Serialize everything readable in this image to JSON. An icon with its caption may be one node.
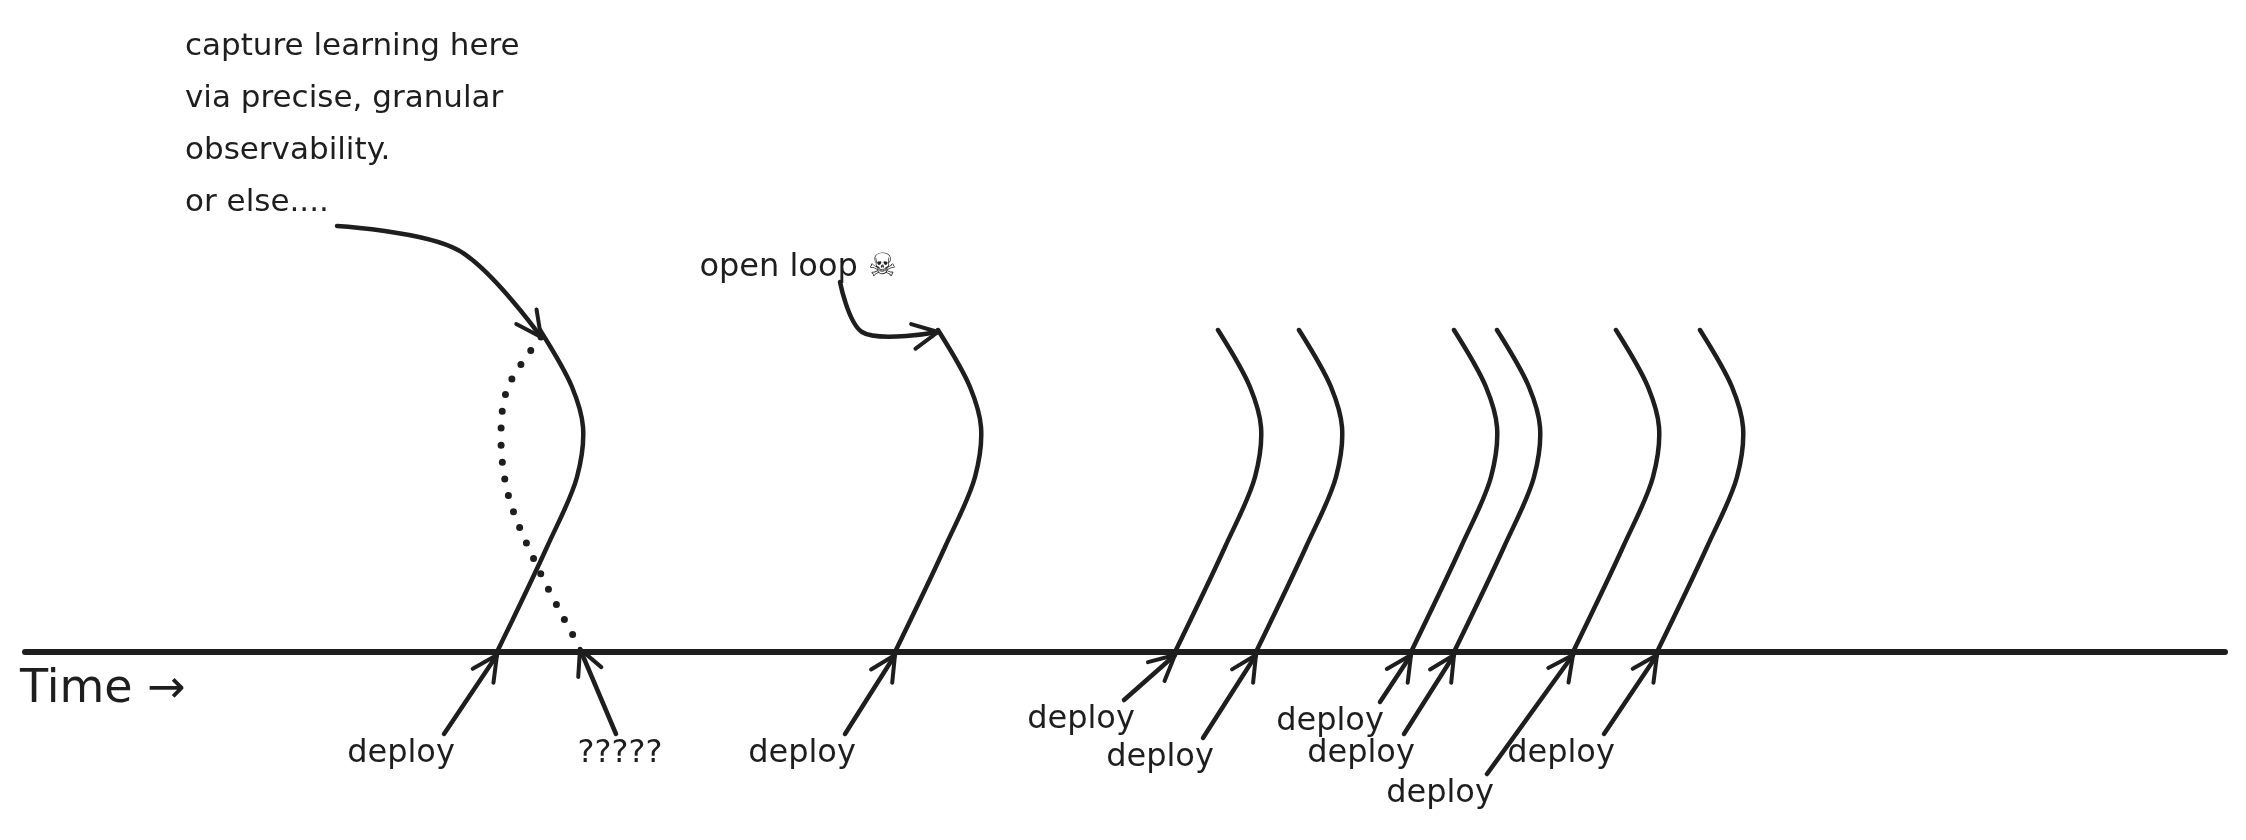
{
  "diagram": {
    "nodes": [
      {
        "text": [
          "capture learning here via precise, granular observability.",
          "or else...."
        ]
      },
      {
        "text": [
          "open loop ☠"
        ]
      },
      {
        "text": [
          "deploy"
        ]
      },
      {
        "text": [
          "?????"
        ]
      },
      {
        "text": [
          "deploy"
        ]
      },
      {
        "text": [
          "deploy"
        ]
      },
      {
        "text": [
          "deploy"
        ]
      },
      {
        "text": [
          "deploy"
        ]
      },
      {
        "text": [
          "deploy"
        ]
      },
      {
        "text": [
          "deploy"
        ]
      },
      {
        "text": [
          "deploy"
        ]
      },
      {
        "text": [],
        "shape": "line"
      }
    ],
    "edges": [
      {
        "from": 0,
        "to": null,
        "arrow": "to"
      },
      {
        "from": 1,
        "to": null,
        "arrow": "to"
      },
      {
        "from": 2,
        "to": 11,
        "arrow": "to"
      },
      {
        "from": 3,
        "to": 11,
        "arrow": "to"
      },
      {
        "from": 4,
        "to": 11,
        "arrow": "to"
      },
      {
        "from": 5,
        "to": 11,
        "arrow": "to"
      },
      {
        "from": 6,
        "to": 11,
        "arrow": "to"
      },
      {
        "from": 7,
        "to": 11,
        "arrow": "to"
      },
      {
        "from": 8,
        "to": 11,
        "arrow": "to"
      },
      {
        "from": 9,
        "to": 11,
        "arrow": "to"
      },
      {
        "from": 10,
        "to": 11,
        "arrow": "to"
      }
    ],
    "labels": [
      "Time →"
    ]
  }
}
